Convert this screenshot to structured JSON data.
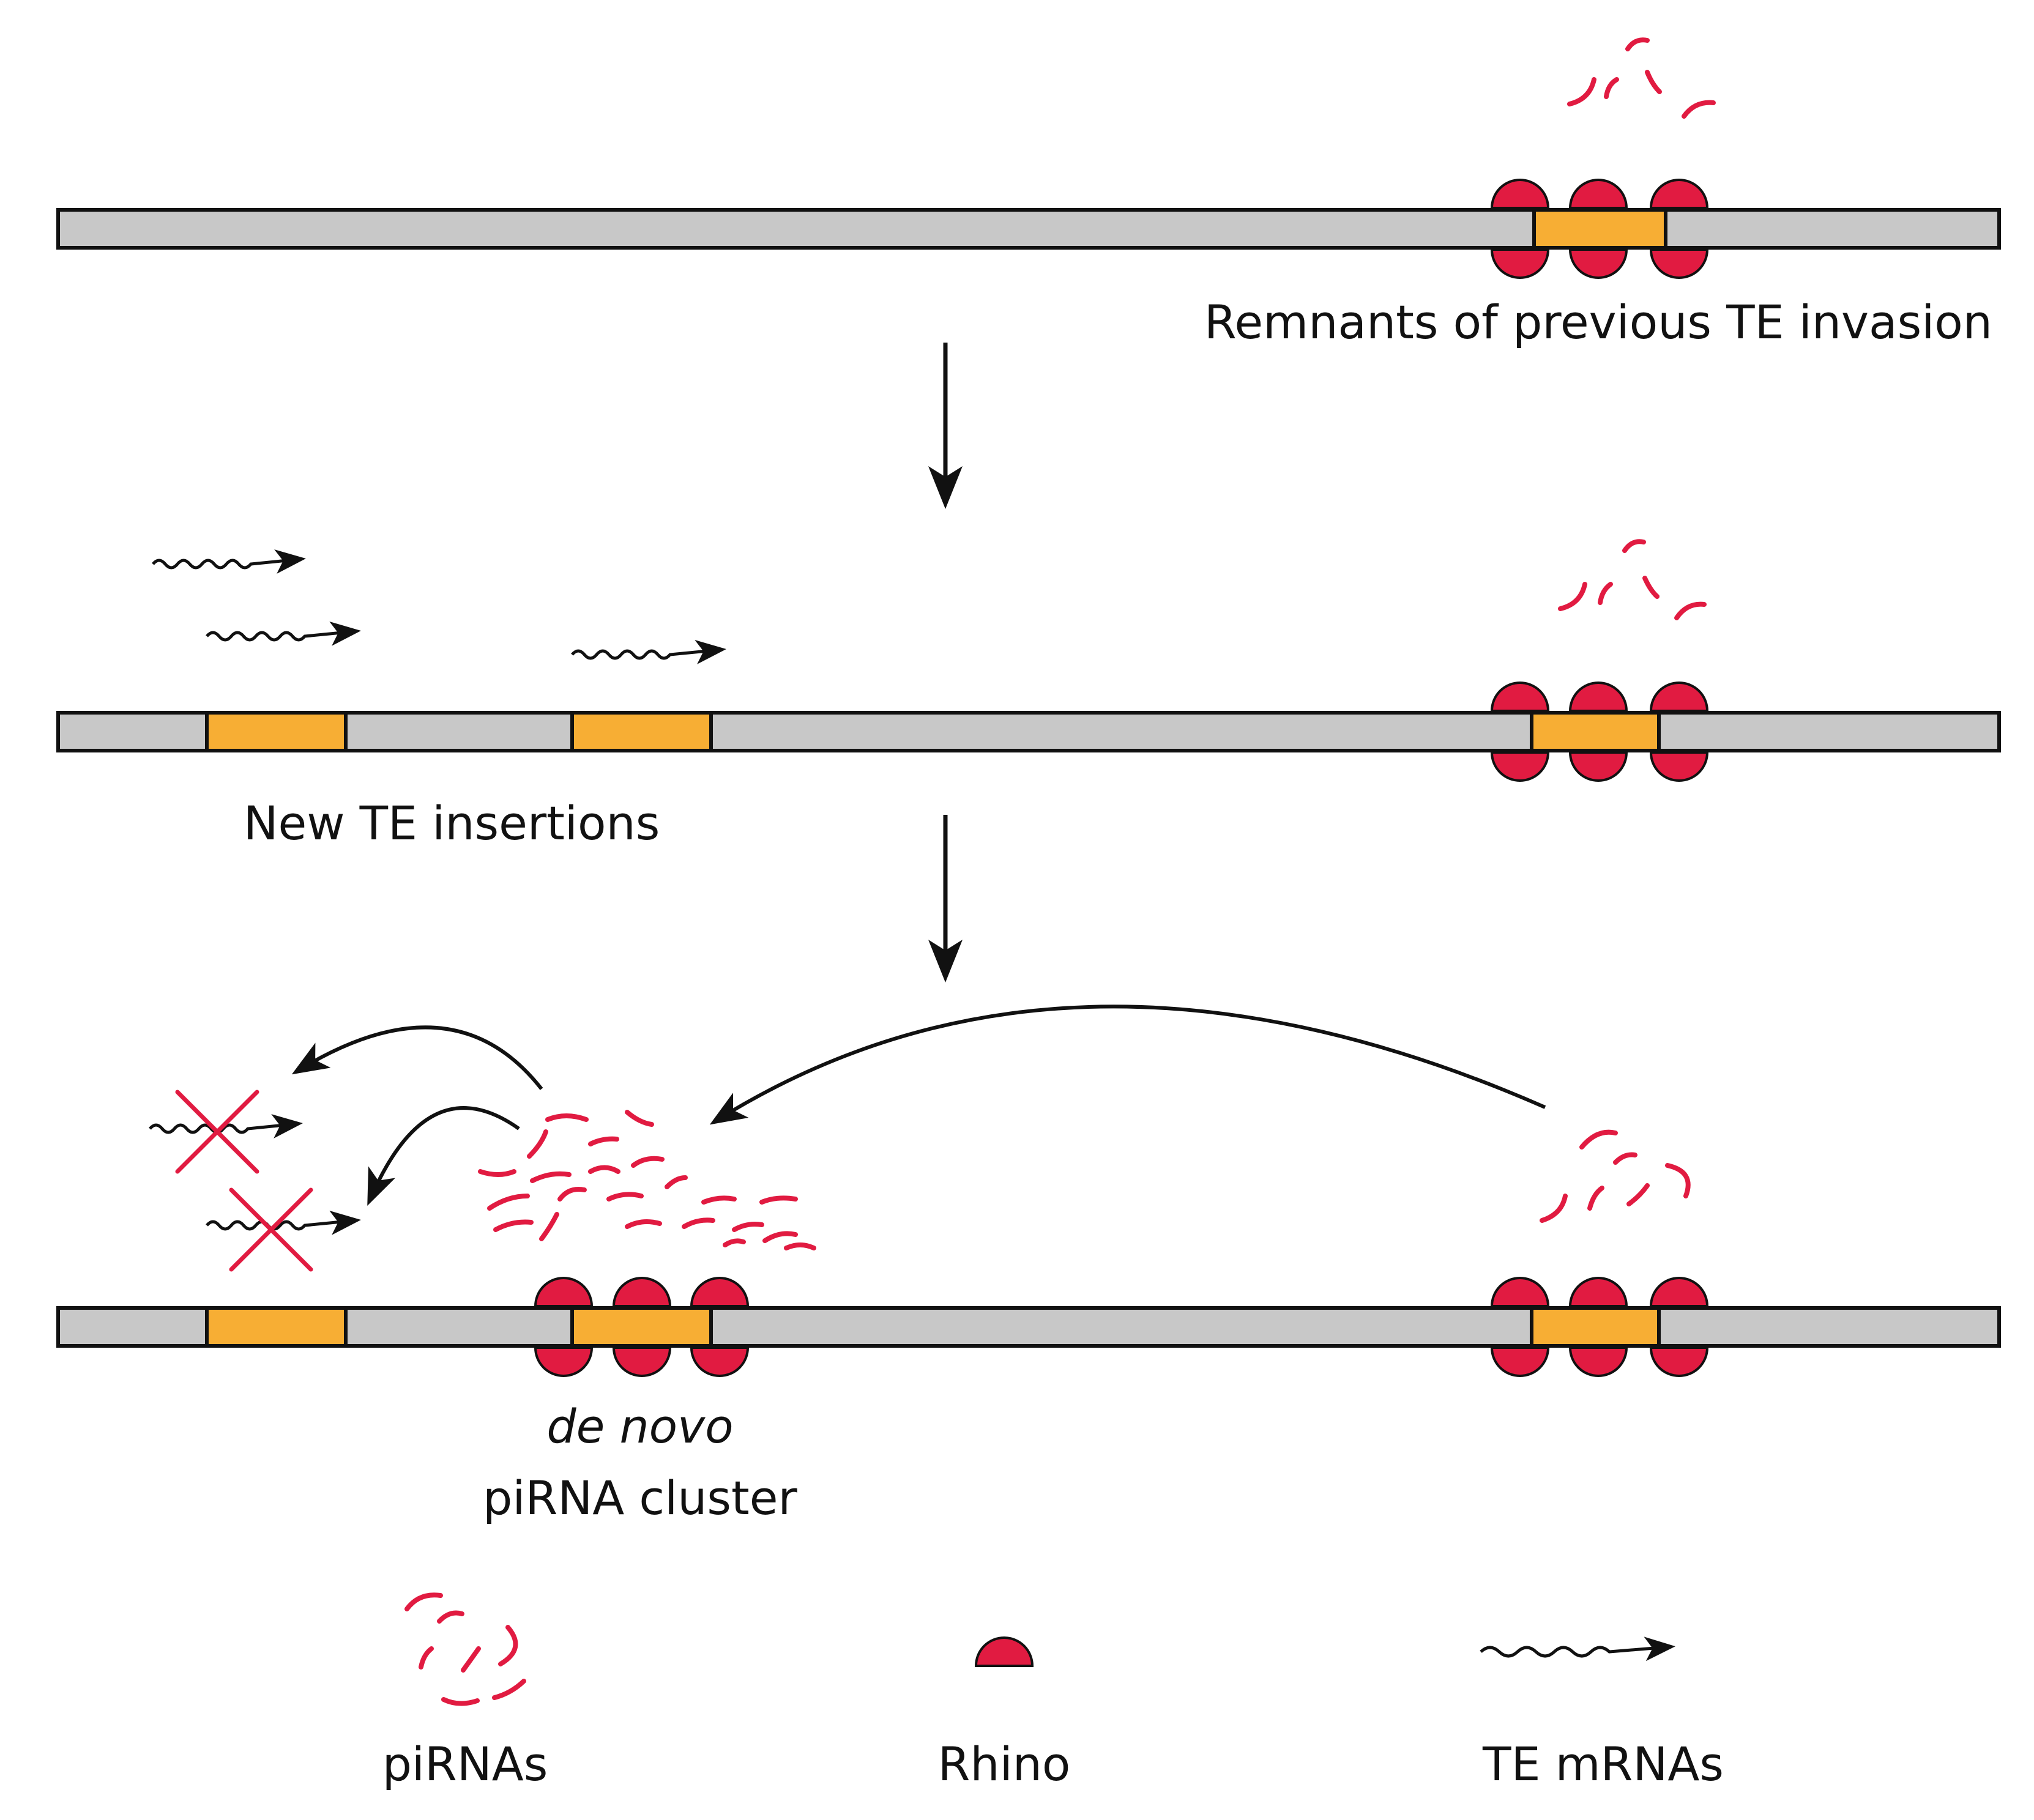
{
  "labels": {
    "remnants": "Remnants of previous TE invasion",
    "new_insertions": "New TE insertions",
    "de_novo_line1": "de novo",
    "de_novo_line2": "piRNA cluster",
    "legend_pirnas": "piRNAs",
    "legend_rhino": "Rhino",
    "legend_te_mrnas": "TE mRNAs"
  },
  "colors": {
    "chromosome": "#c8c8c8",
    "te_insertion": "#f7ae34",
    "rhino": "#e11b41",
    "pirna": "#e11b41",
    "inhibition_cross": "#e11b41",
    "arrow": "#111111"
  },
  "icons": {
    "pirna": "red-arc-fragments",
    "rhino": "red-half-disc",
    "te_mrna": "wavy-arrow",
    "inhibition": "red-x"
  }
}
